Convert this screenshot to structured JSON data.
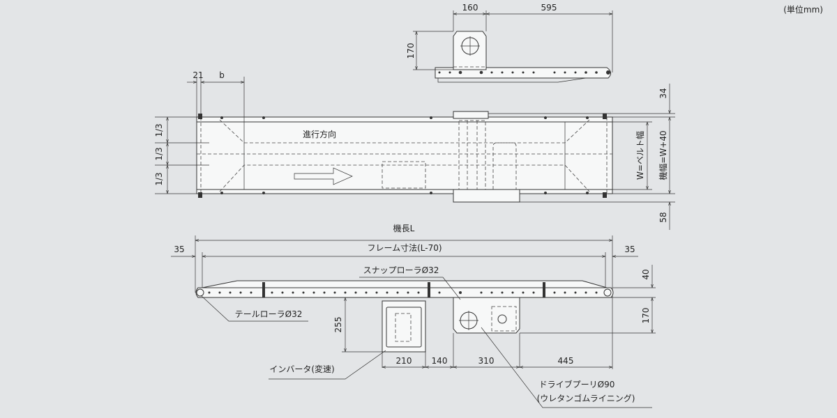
{
  "unit_label": "(単位mm)",
  "top_view": {
    "dim_drive_width": "160",
    "dim_drive_to_end": "595",
    "dim_drive_height": "170"
  },
  "plan_view": {
    "dim_offset": "21",
    "dim_b": "b",
    "thirds": [
      "1/3",
      "1/3",
      "1/3"
    ],
    "direction_label": "進行方向",
    "belt_width_label": "W=ベルト幅",
    "machine_width_label": "機幅=W+40",
    "dim_top": "34",
    "dim_bottom": "58"
  },
  "side_view": {
    "machine_length_label": "機長L",
    "frame_length_label": "フレーム寸法(L-70)",
    "dim_left_end": "35",
    "dim_right_end": "35",
    "dim_belt_height": "40",
    "dim_drive_height": "170",
    "dim_inverter_height": "255",
    "bottom_dims": [
      "210",
      "140",
      "310",
      "445"
    ],
    "snap_roller_label": "スナップローラØ32",
    "tail_roller_label": "テールローラØ32",
    "inverter_label": "インバータ(変速)",
    "drive_pulley_label": "ドライブプーリØ90",
    "drive_pulley_sub_label": "(ウレタンゴムライニング)"
  },
  "colors": {
    "background": "#e3e5e7",
    "line": "#333333",
    "part_fill": "#f7f8f8"
  }
}
